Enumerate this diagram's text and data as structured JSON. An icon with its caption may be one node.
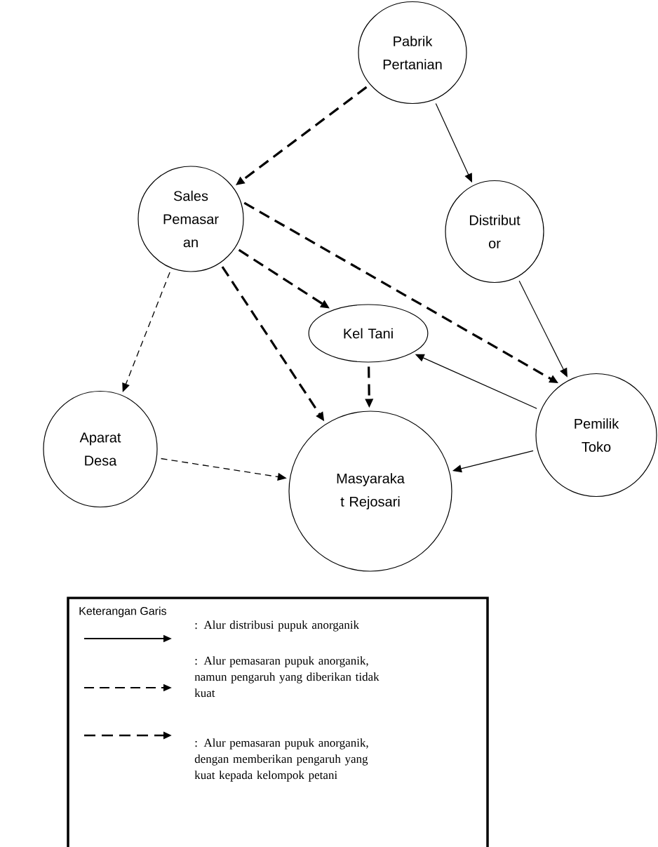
{
  "diagram": {
    "nodes": [
      {
        "text": [
          "Pabrik Pertanian"
        ]
      },
      {
        "text": [
          "Sales Pemasar an"
        ]
      },
      {
        "text": [
          "Distribut or"
        ]
      },
      {
        "text": [
          "Kel Tani"
        ]
      },
      {
        "text": [
          "Pemilik Toko"
        ]
      },
      {
        "text": [
          "Aparat Desa"
        ]
      },
      {
        "text": [
          "Masyaraka t Rejosari"
        ]
      }
    ],
    "edges": [
      {
        "from": 0,
        "to": 1,
        "arrow": "to",
        "style": "dashed"
      },
      {
        "from": 0,
        "to": 2,
        "arrow": "to"
      },
      {
        "from": 1,
        "to": 5,
        "arrow": "to",
        "style": "dashed"
      },
      {
        "from": 1,
        "to": 3,
        "arrow": "to",
        "style": "dashed"
      },
      {
        "from": 1,
        "to": 4,
        "arrow": "to",
        "style": "dashed"
      },
      {
        "from": 1,
        "to": 6,
        "arrow": "to",
        "style": "dashed"
      },
      {
        "from": 2,
        "to": 4,
        "arrow": "to"
      },
      {
        "from": 4,
        "to": 3,
        "arrow": "to"
      },
      {
        "from": 3,
        "to": 6,
        "arrow": "to",
        "style": "dashed"
      },
      {
        "from": 5,
        "to": 6,
        "arrow": "to",
        "style": "dashed"
      },
      {
        "from": 4,
        "to": 6,
        "arrow": "to"
      }
    ],
    "labels": [
      "Keterangan Garis"
    ],
    "legend": [
      {
        "text": ": Alur distribusi pupuk anorganik"
      },
      {
        "text": ": Alur pemasaran pupuk anorganik, namun pengaruh yang diberikan tidak kuat"
      },
      {
        "text": ": Alur pemasaran pupuk anorganik, dengan memberikan pengaruh yang kuat kepada kelompok petani"
      }
    ]
  }
}
